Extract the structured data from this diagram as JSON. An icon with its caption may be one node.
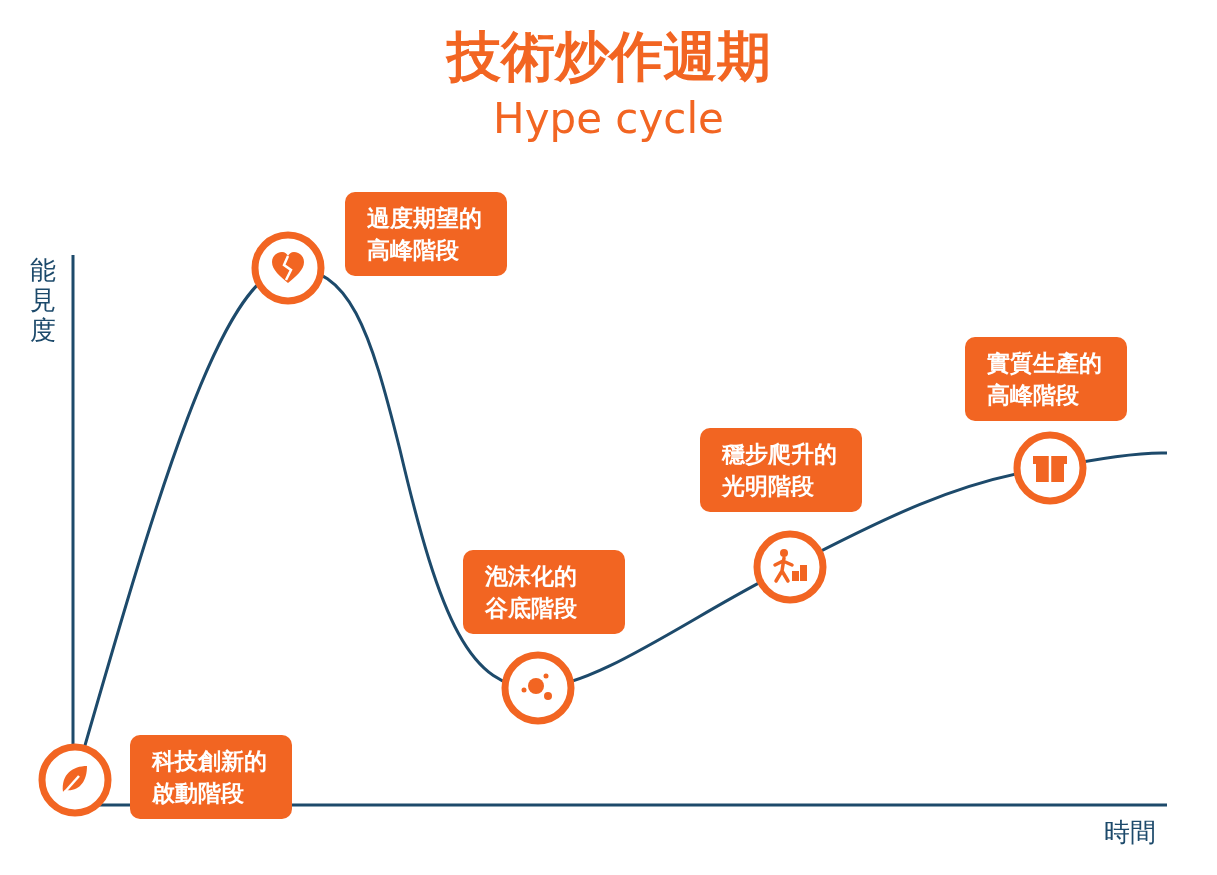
{
  "diagram": {
    "title": "技術炒作週期",
    "nodes": [
      {
        "text": [
          "科技創新的啟動階段"
        ]
      },
      {
        "text": [
          "過度期望的高峰階段"
        ]
      },
      {
        "text": [
          "泡沫化的谷底階段"
        ]
      },
      {
        "text": [
          "穩步爬升的光明階段"
        ]
      },
      {
        "text": [
          "實質生產的高峰階段"
        ]
      }
    ],
    "labels": [
      "Hype cycle",
      "能見度",
      "時間"
    ]
  }
}
